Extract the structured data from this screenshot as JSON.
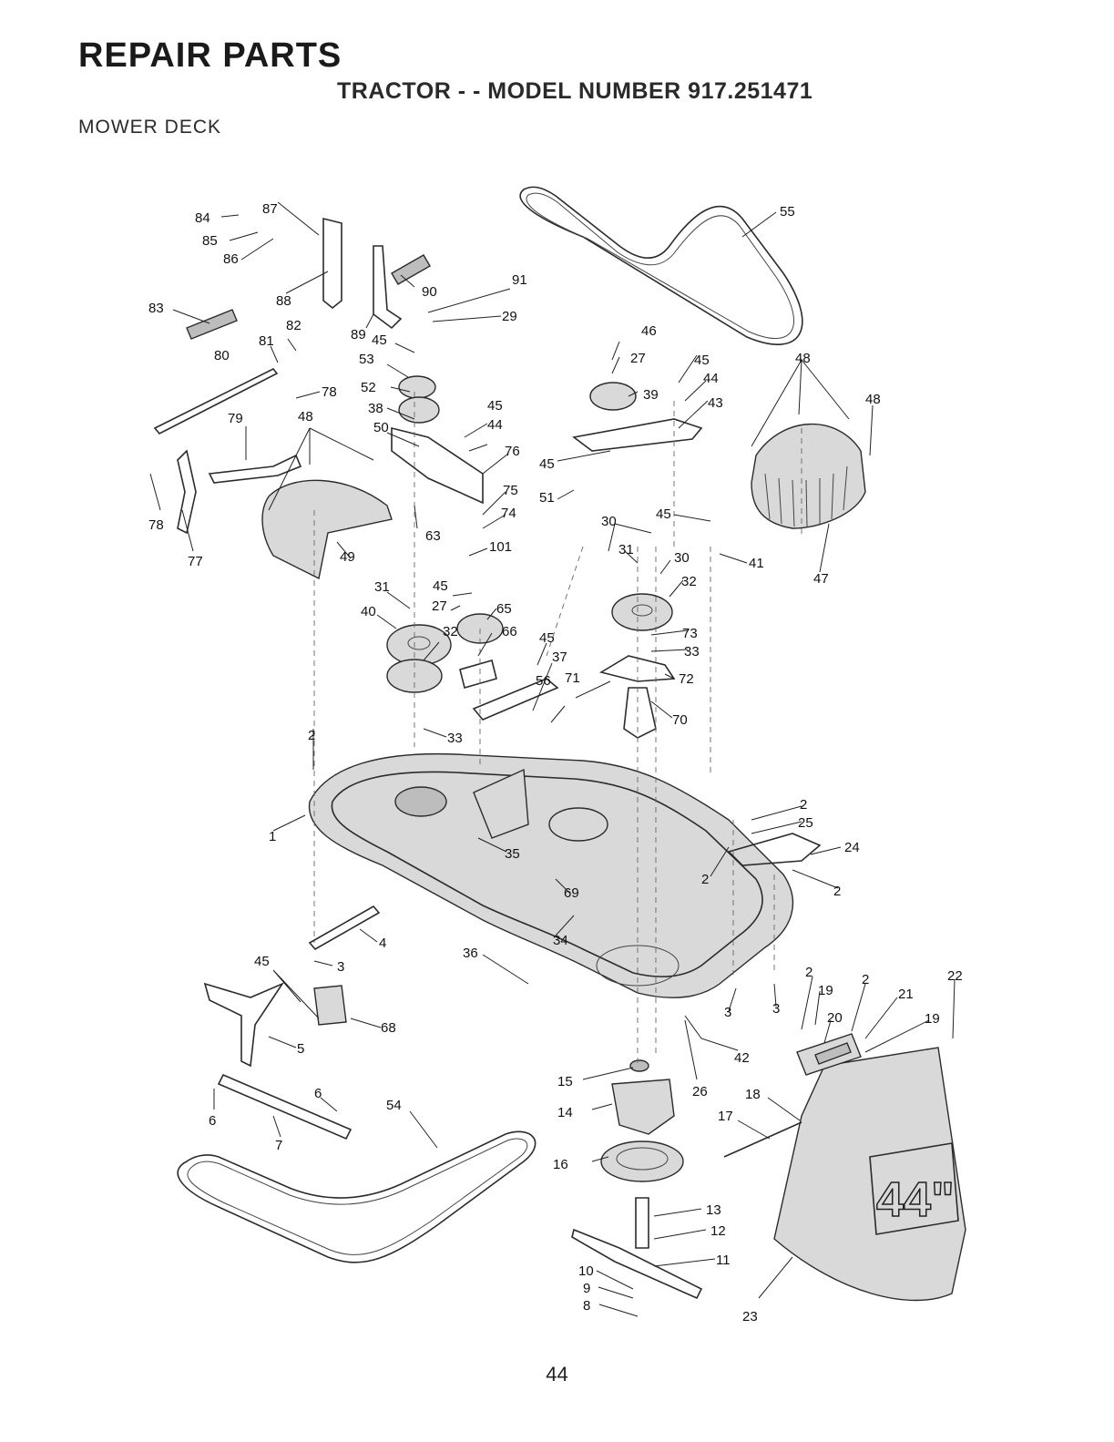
{
  "header": {
    "title": "REPAIR PARTS",
    "subtitle": "TRACTOR - - MODEL NUMBER 917.251471",
    "section": "MOWER DECK"
  },
  "footer": {
    "page_number": "44"
  },
  "diagram": {
    "decal_text": "44\"",
    "callouts": [
      {
        "id": "c84",
        "label": "84"
      },
      {
        "id": "c87",
        "label": "87"
      },
      {
        "id": "c85",
        "label": "85"
      },
      {
        "id": "c86",
        "label": "86"
      },
      {
        "id": "c88",
        "label": "88"
      },
      {
        "id": "c90",
        "label": "90"
      },
      {
        "id": "c91",
        "label": "91"
      },
      {
        "id": "c83",
        "label": "83"
      },
      {
        "id": "c82",
        "label": "82"
      },
      {
        "id": "c89",
        "label": "89"
      },
      {
        "id": "c45a",
        "label": "45"
      },
      {
        "id": "c29",
        "label": "29"
      },
      {
        "id": "c81",
        "label": "81"
      },
      {
        "id": "c80",
        "label": "80"
      },
      {
        "id": "c53",
        "label": "53"
      },
      {
        "id": "c78a",
        "label": "78"
      },
      {
        "id": "c52",
        "label": "52"
      },
      {
        "id": "c79",
        "label": "79"
      },
      {
        "id": "c48a",
        "label": "48"
      },
      {
        "id": "c38",
        "label": "38"
      },
      {
        "id": "c50",
        "label": "50"
      },
      {
        "id": "c45b",
        "label": "45"
      },
      {
        "id": "c44a",
        "label": "44"
      },
      {
        "id": "c76",
        "label": "76"
      },
      {
        "id": "c75",
        "label": "75"
      },
      {
        "id": "c74",
        "label": "74"
      },
      {
        "id": "c63",
        "label": "63"
      },
      {
        "id": "c101",
        "label": "101"
      },
      {
        "id": "c78b",
        "label": "78"
      },
      {
        "id": "c77",
        "label": "77"
      },
      {
        "id": "c49",
        "label": "49"
      },
      {
        "id": "c31a",
        "label": "31"
      },
      {
        "id": "c45c",
        "label": "45"
      },
      {
        "id": "c27a",
        "label": "27"
      },
      {
        "id": "c65",
        "label": "65"
      },
      {
        "id": "c40",
        "label": "40"
      },
      {
        "id": "c32a",
        "label": "32"
      },
      {
        "id": "c66",
        "label": "66"
      },
      {
        "id": "c45d",
        "label": "45"
      },
      {
        "id": "c37",
        "label": "37"
      },
      {
        "id": "c56",
        "label": "56"
      },
      {
        "id": "c71",
        "label": "71"
      },
      {
        "id": "c33a",
        "label": "33"
      },
      {
        "id": "c2a",
        "label": "2"
      },
      {
        "id": "c1",
        "label": "1"
      },
      {
        "id": "c35",
        "label": "35"
      },
      {
        "id": "c69",
        "label": "69"
      },
      {
        "id": "c34",
        "label": "34"
      },
      {
        "id": "c36",
        "label": "36"
      },
      {
        "id": "c4",
        "label": "4"
      },
      {
        "id": "c45e",
        "label": "45"
      },
      {
        "id": "c3a",
        "label": "3"
      },
      {
        "id": "c68",
        "label": "68"
      },
      {
        "id": "c5",
        "label": "5"
      },
      {
        "id": "c6a",
        "label": "6"
      },
      {
        "id": "c54",
        "label": "54"
      },
      {
        "id": "c6b",
        "label": "6"
      },
      {
        "id": "c7",
        "label": "7"
      },
      {
        "id": "c46",
        "label": "46"
      },
      {
        "id": "c27b",
        "label": "27"
      },
      {
        "id": "c45f",
        "label": "45"
      },
      {
        "id": "c39",
        "label": "39"
      },
      {
        "id": "c44b",
        "label": "44"
      },
      {
        "id": "c43",
        "label": "43"
      },
      {
        "id": "c45g",
        "label": "45"
      },
      {
        "id": "c51",
        "label": "51"
      },
      {
        "id": "c30a",
        "label": "30"
      },
      {
        "id": "c45h",
        "label": "45"
      },
      {
        "id": "c31b",
        "label": "31"
      },
      {
        "id": "c30b",
        "label": "30"
      },
      {
        "id": "c41",
        "label": "41"
      },
      {
        "id": "c32b",
        "label": "32"
      },
      {
        "id": "c73",
        "label": "73"
      },
      {
        "id": "c33b",
        "label": "33"
      },
      {
        "id": "c72",
        "label": "72"
      },
      {
        "id": "c70",
        "label": "70"
      },
      {
        "id": "c55",
        "label": "55"
      },
      {
        "id": "c48b",
        "label": "48"
      },
      {
        "id": "c48c",
        "label": "48"
      },
      {
        "id": "c47",
        "label": "47"
      },
      {
        "id": "c2b",
        "label": "2"
      },
      {
        "id": "c25",
        "label": "25"
      },
      {
        "id": "c24",
        "label": "24"
      },
      {
        "id": "c2c",
        "label": "2"
      },
      {
        "id": "c2d",
        "label": "2"
      },
      {
        "id": "c2e",
        "label": "2"
      },
      {
        "id": "c19a",
        "label": "19"
      },
      {
        "id": "c2f",
        "label": "2"
      },
      {
        "id": "c21",
        "label": "21"
      },
      {
        "id": "c22",
        "label": "22"
      },
      {
        "id": "c3b",
        "label": "3"
      },
      {
        "id": "c3c",
        "label": "3"
      },
      {
        "id": "c20",
        "label": "20"
      },
      {
        "id": "c19b",
        "label": "19"
      },
      {
        "id": "c42",
        "label": "42"
      },
      {
        "id": "c15",
        "label": "15"
      },
      {
        "id": "c26",
        "label": "26"
      },
      {
        "id": "c18",
        "label": "18"
      },
      {
        "id": "c14",
        "label": "14"
      },
      {
        "id": "c17",
        "label": "17"
      },
      {
        "id": "c16",
        "label": "16"
      },
      {
        "id": "c13",
        "label": "13"
      },
      {
        "id": "c12",
        "label": "12"
      },
      {
        "id": "c11",
        "label": "11"
      },
      {
        "id": "c10",
        "label": "10"
      },
      {
        "id": "c9",
        "label": "9"
      },
      {
        "id": "c8",
        "label": "8"
      },
      {
        "id": "c23",
        "label": "23"
      }
    ]
  }
}
